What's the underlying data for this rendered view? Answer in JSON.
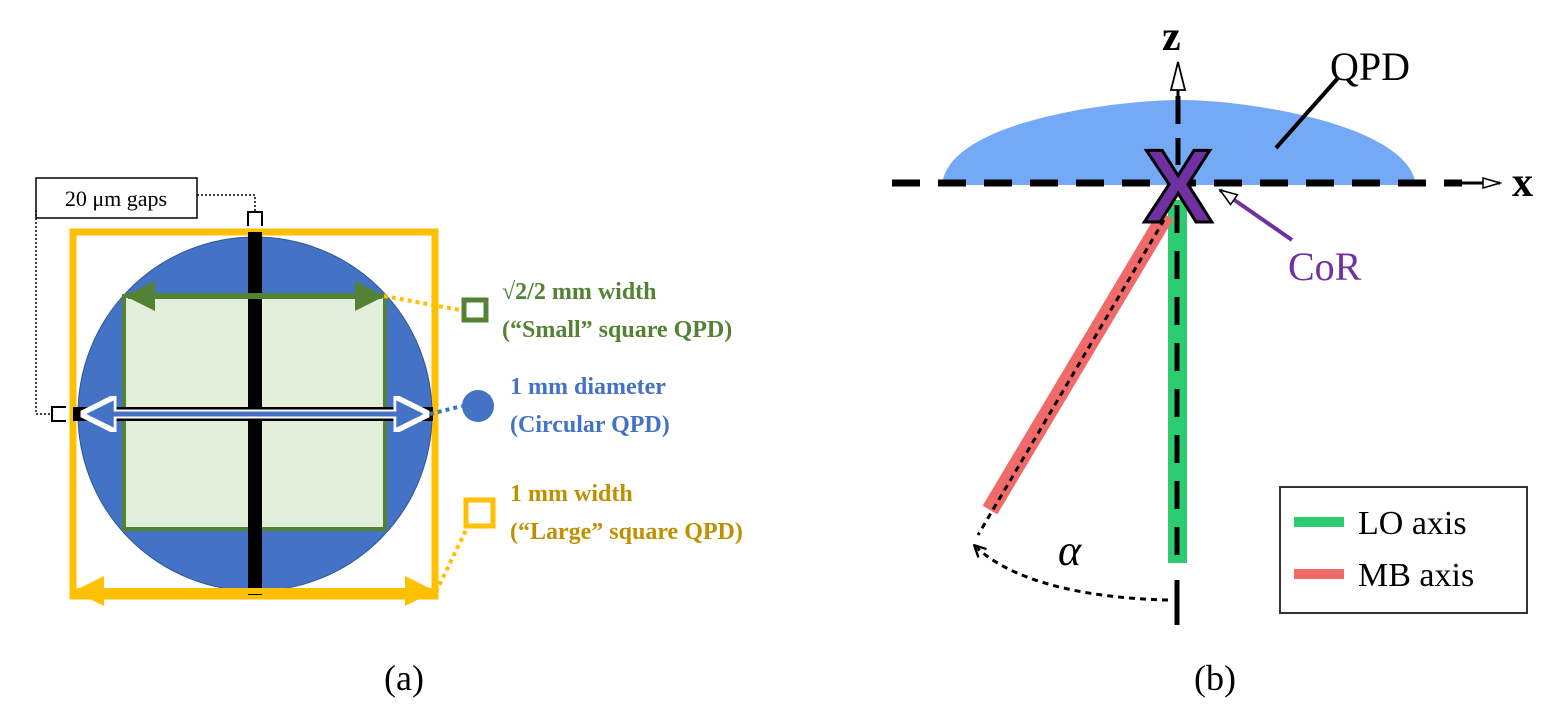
{
  "panel_a": {
    "gaps_label": "20 μm gaps",
    "caption": "(a)",
    "legend": [
      {
        "line1": "√2/2 mm width",
        "line2": "(“Small” square QPD)",
        "color": "#548235"
      },
      {
        "line1": "1 mm diameter",
        "line2": "(Circular QPD)",
        "color": "#4472c4"
      },
      {
        "line1": "1 mm width",
        "line2": "(“Large” square QPD)",
        "color": "#bf9000"
      }
    ],
    "colors": {
      "circle": "#4472c4",
      "small_square_fill": "#e2efda",
      "small_square_border": "#548235",
      "large_square": "#ffc000",
      "gap": "#000000"
    }
  },
  "panel_b": {
    "axis_z": "z",
    "axis_x": "x",
    "qpd_label": "QPD",
    "cor_label": "CoR",
    "center_mark": "X",
    "angle_label": "α",
    "caption": "(b)",
    "legend": [
      {
        "label": "LO axis",
        "color": "#2ecc71"
      },
      {
        "label": "MB axis",
        "color": "#f06a6a"
      }
    ],
    "colors": {
      "qpd": "#74aaf5",
      "cor": "#7030a0"
    }
  }
}
